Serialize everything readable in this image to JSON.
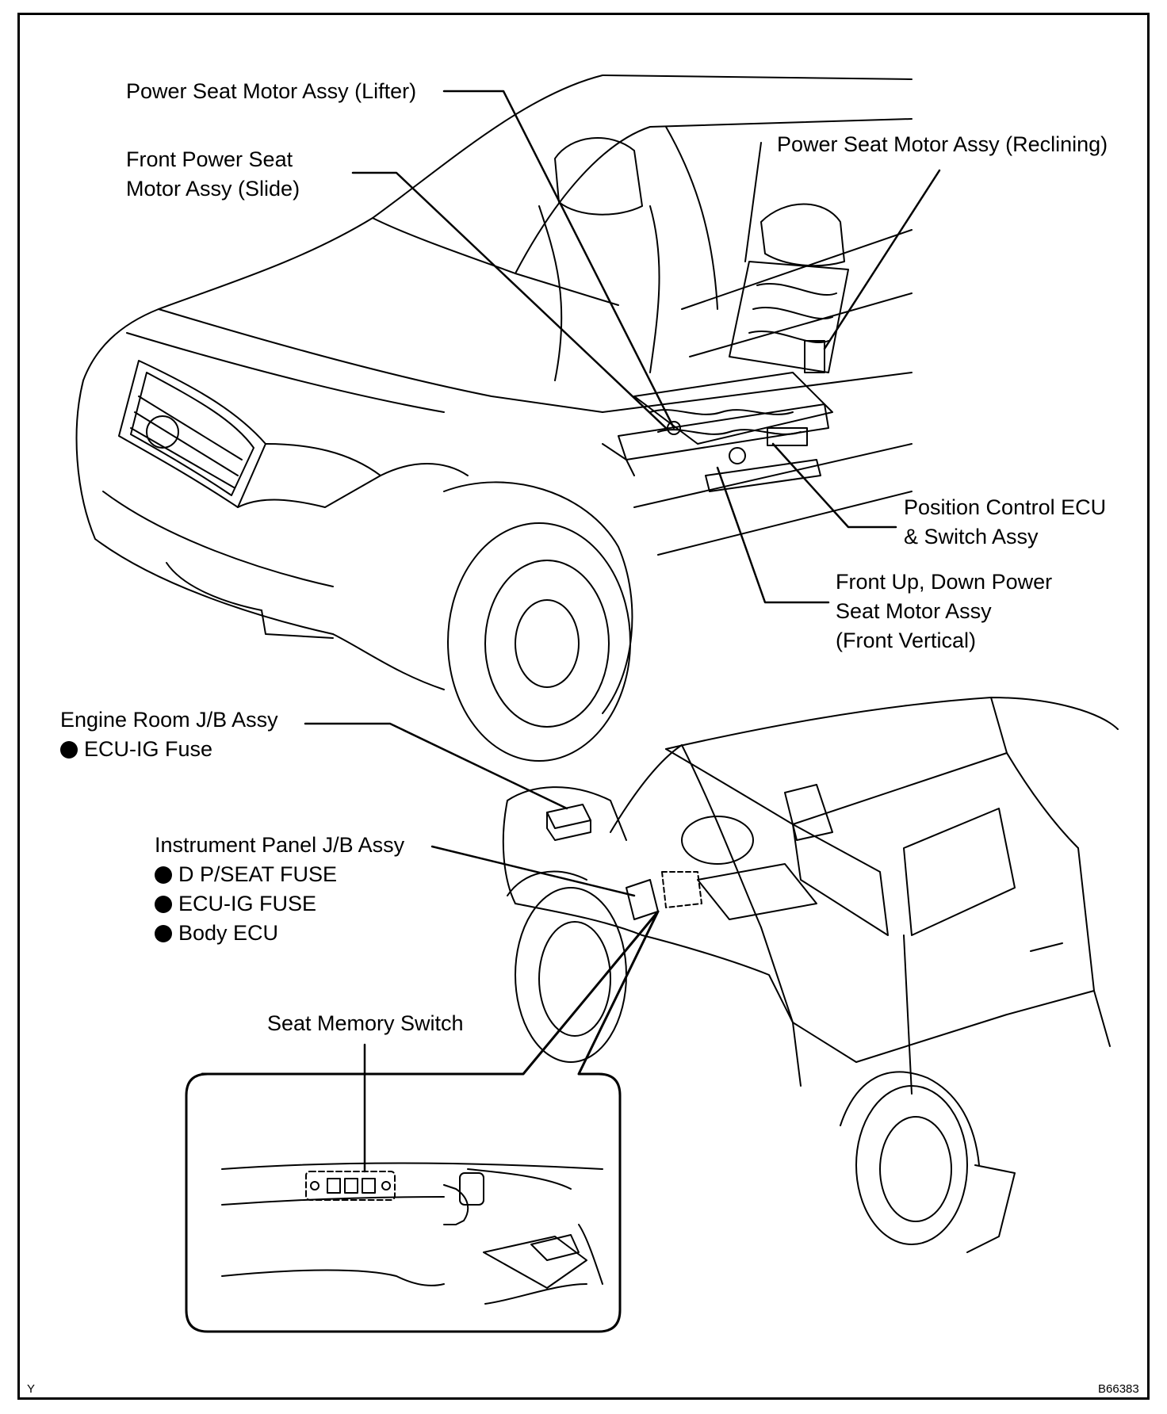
{
  "labels": {
    "lifter": "Power Seat Motor Assy (Lifter)",
    "slide_line1": "Front Power Seat",
    "slide_line2": "Motor Assy (Slide)",
    "reclining": "Power Seat Motor Assy (Reclining)",
    "ecu_line1": "Position Control ECU",
    "ecu_line2": "& Switch Assy",
    "vertical_line1": "Front Up, Down Power",
    "vertical_line2": "Seat Motor Assy",
    "vertical_line3": "(Front Vertical)",
    "engine_jb": "Engine Room J/B Assy",
    "engine_fuse": "ECU-IG Fuse",
    "ip_jb": "Instrument Panel J/B Assy",
    "ip_item1": "D P/SEAT FUSE",
    "ip_item2": "ECU-IG FUSE",
    "ip_item3": "Body ECU",
    "memory_switch": "Seat Memory Switch"
  },
  "corner_left": "Y",
  "corner_right": "B66383",
  "colors": {
    "line": "#000000",
    "background": "#ffffff"
  }
}
